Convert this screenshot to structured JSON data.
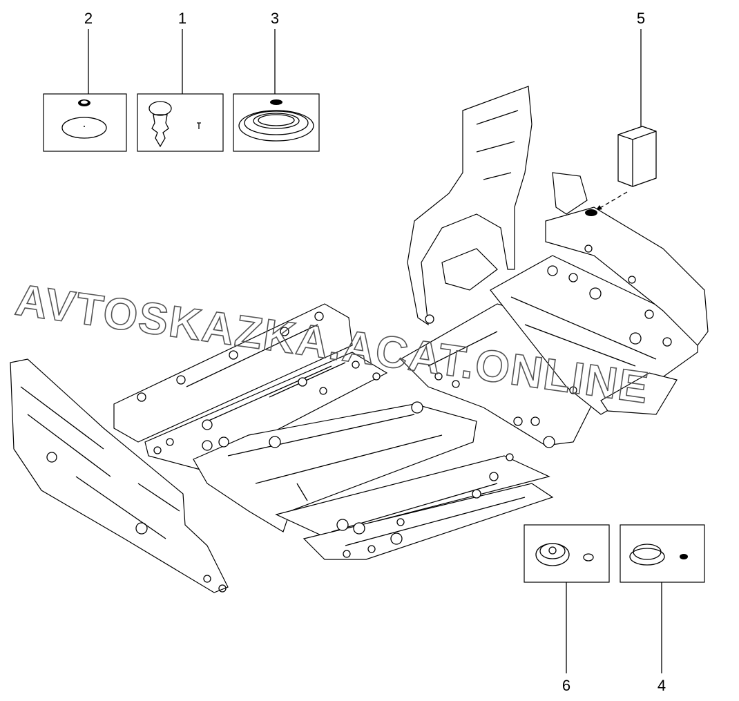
{
  "diagram": {
    "callouts": [
      {
        "id": "2",
        "label": "2"
      },
      {
        "id": "1",
        "label": "1"
      },
      {
        "id": "3",
        "label": "3"
      },
      {
        "id": "5",
        "label": "5"
      },
      {
        "id": "6",
        "label": "6"
      },
      {
        "id": "4",
        "label": "4"
      }
    ],
    "watermark": "AVTOSKAZKA.ACAT.ONLINE"
  }
}
